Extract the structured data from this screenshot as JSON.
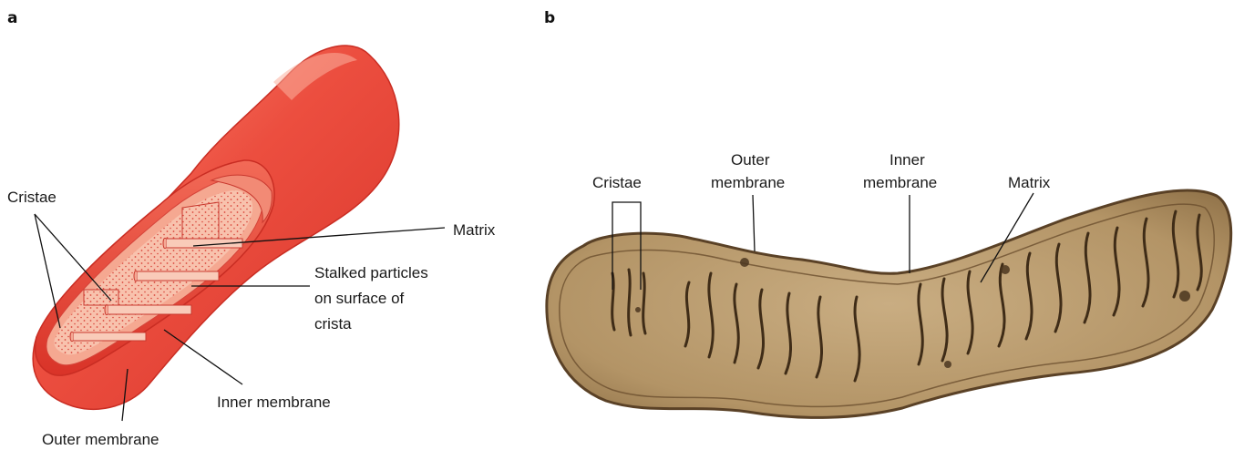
{
  "panels": [
    {
      "letter": "a",
      "labels": {
        "cristae": "Cristae",
        "matrix": "Matrix",
        "stalked_1": "Stalked particles",
        "stalked_2": "on surface of",
        "stalked_3": "crista",
        "inner_membrane": "Inner membrane",
        "outer_membrane": "Outer membrane"
      }
    },
    {
      "letter": "b",
      "labels": {
        "cristae": "Cristae",
        "outer_1": "Outer",
        "outer_2": "membrane",
        "inner_1": "Inner",
        "inner_2": "membrane",
        "matrix": "Matrix"
      }
    }
  ],
  "colors": {
    "outer_membrane": "#e8463a",
    "outer_membrane_highlight": "#f7826f",
    "cut_face": "#f6b7a0",
    "matrix_dots": "#d94b3f",
    "micrograph_tone": "#a98a5f",
    "micrograph_dark": "#4a3620"
  }
}
